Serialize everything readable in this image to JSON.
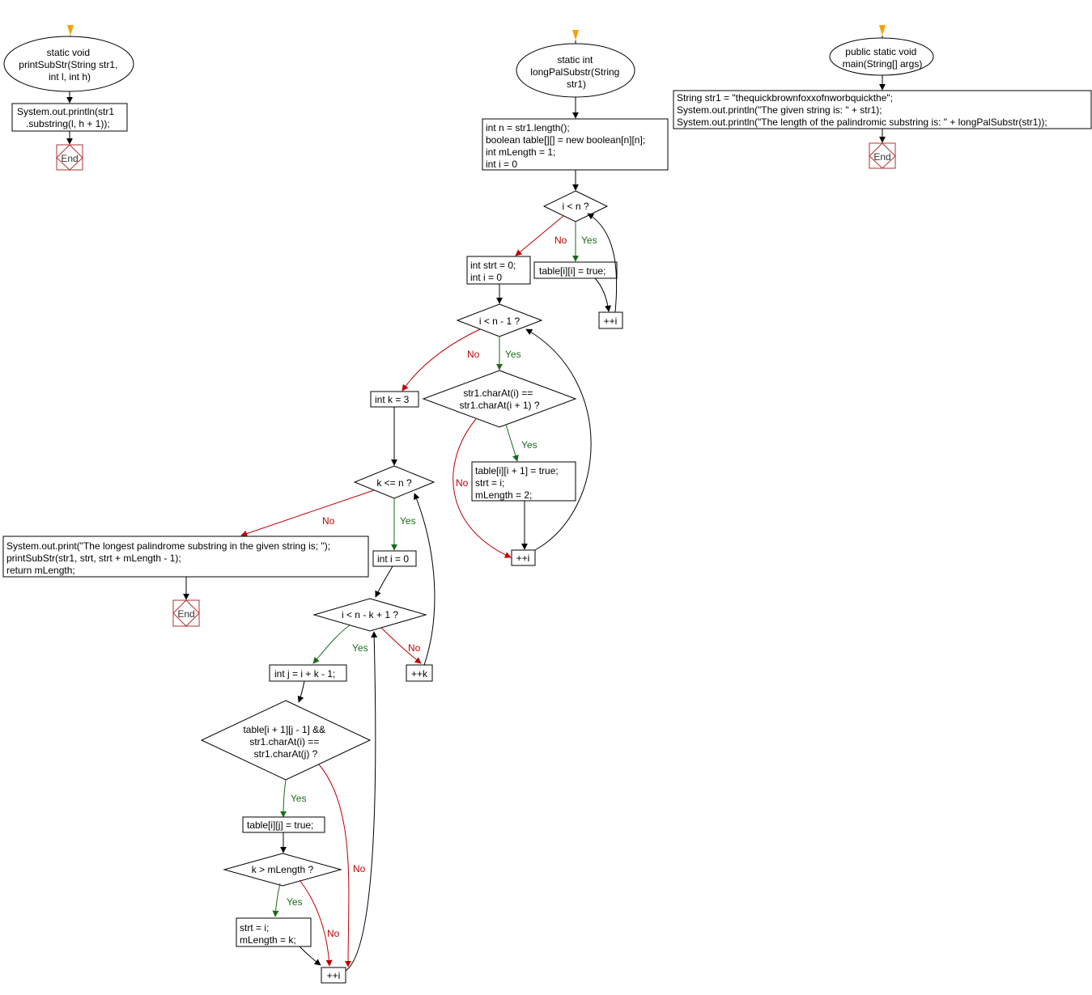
{
  "colors": {
    "yes": "#1a6b1a",
    "no": "#c00000",
    "start_marker": "#f5a300",
    "end_border": "#b03030"
  },
  "print_sub_str": {
    "start": [
      "static void",
      "printSubStr(String str1,",
      "int l, int h)"
    ],
    "body": [
      "System.out.println(str1",
      ".substring(l, h + 1));"
    ],
    "end": "End"
  },
  "long_pal_substr": {
    "start": [
      "static int",
      "longPalSubstr(String",
      "str1)"
    ],
    "init": [
      "int n = str1.length();",
      "boolean table[][] = new boolean[n][n];",
      "int mLength = 1;",
      "int i = 0"
    ],
    "cond_i_lt_n": "i < n ?",
    "set_diag": "table[i][i] = true;",
    "inc_i_1": "++i",
    "init_strt": [
      "int strt = 0;",
      "int i = 0"
    ],
    "cond_i_lt_n1": "i < n - 1 ?",
    "cond_chars": [
      "str1.charAt(i) ==",
      "str1.charAt(i + 1) ?"
    ],
    "set_pair": [
      "table[i][i + 1] = true;",
      "strt = i;",
      "mLength = 2;"
    ],
    "inc_i_2": "++i",
    "init_k": "int k = 3",
    "cond_k": "k <= n ?",
    "result": [
      "System.out.print(\"The longest palindrome substring in the given string is; \");",
      "printSubStr(str1, strt, strt + mLength - 1);",
      "return mLength;"
    ],
    "end": "End",
    "init_i0": "int i = 0",
    "cond_inner": "i < n - k + 1 ?",
    "inc_k": "++k",
    "set_j": "int j = i + k - 1;",
    "cond_table": [
      "table[i + 1][j - 1] &&",
      "str1.charAt(i) ==",
      "str1.charAt(j) ?"
    ],
    "set_ij": "table[i][j] = true;",
    "cond_max": "k > mLength ?",
    "update": [
      "strt = i;",
      "mLength = k;"
    ],
    "inc_i_3": "++i"
  },
  "main": {
    "start": [
      "public static void",
      "main(String[] args)"
    ],
    "body": [
      "String str1 = \"thequickbrownfoxxofnworbquickthe\";",
      "System.out.println(\"The given string is: \" + str1);",
      "System.out.println(\"The length of the palindromic substring is: \" + longPalSubstr(str1));"
    ],
    "end": "End"
  },
  "labels": {
    "yes": "Yes",
    "no": "No"
  }
}
